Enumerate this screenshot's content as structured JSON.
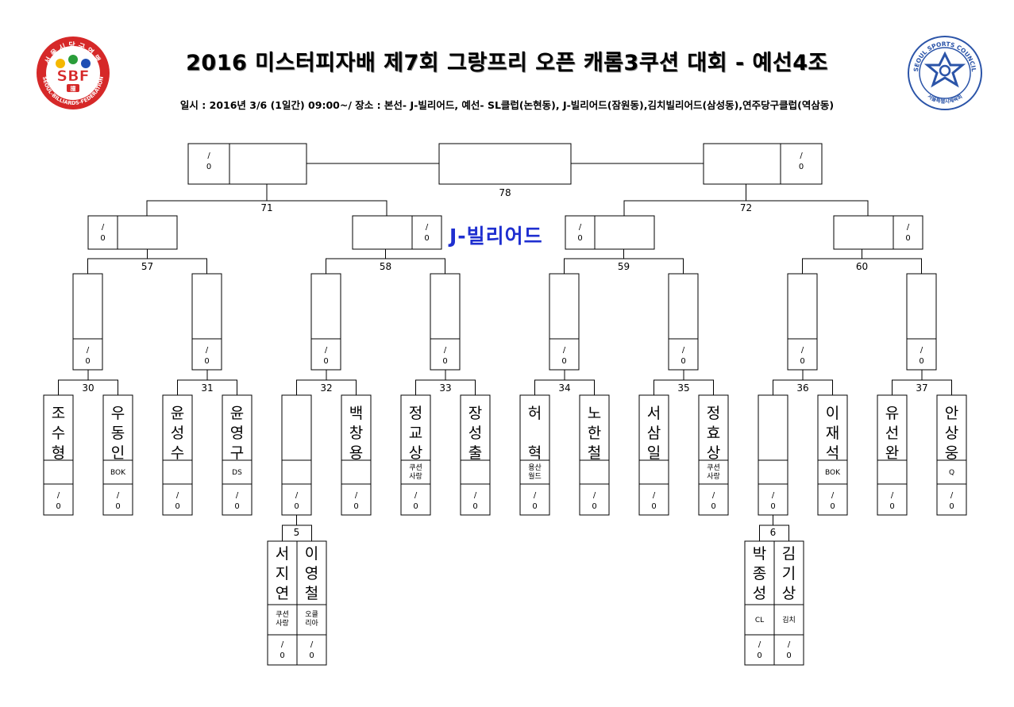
{
  "title": "2016 미스터피자배 제7회 그랑프리 오픈 캐롬3쿠션 대회 - 예선4조",
  "subtitle": "일시 : 2016년 3/6 (1일간) 09:00~/ 장소 : 본선- J-빌리어드, 예선- SL클럽(논현동), J-빌리어드(잠원동),김치빌리어드(삼성동),연주당구클럽(역삼동)",
  "venue": "J-빌리어드",
  "score_placeholder": "/\n0",
  "logos": {
    "left": {
      "ring_text": "서울시당구연맹",
      "letters": "SBF",
      "bottom_text": "SEOUL-BILLIARDS-FEDERATION",
      "colors": [
        "#d62828",
        "#f5b800",
        "#2a9d3a",
        "#1f4fb4"
      ]
    },
    "right": {
      "ring_text": "SEOUL SPORTS COUNCIL",
      "bottom_text": "서울특별시체육회",
      "color": "#2b54a8"
    }
  },
  "players": [
    {
      "name": "조수형",
      "club": ""
    },
    {
      "name": "우동인",
      "club": "BOK"
    },
    {
      "name": "윤성수",
      "club": ""
    },
    {
      "name": "윤영구",
      "club": "DS"
    },
    {
      "name": "",
      "club": ""
    },
    {
      "name": "백창용",
      "club": ""
    },
    {
      "name": "정교상",
      "club": "쿠션\n사랑"
    },
    {
      "name": "장성출",
      "club": ""
    },
    {
      "name": "허 혁",
      "club": "용산\n월드"
    },
    {
      "name": "노한철",
      "club": ""
    },
    {
      "name": "서삼일",
      "club": ""
    },
    {
      "name": "정효상",
      "club": "쿠션\n사랑"
    },
    {
      "name": "",
      "club": ""
    },
    {
      "name": "이재석",
      "club": "BOK"
    },
    {
      "name": "유선완",
      "club": ""
    },
    {
      "name": "안상웅",
      "club": "Q"
    }
  ],
  "prelim": [
    {
      "match": "5",
      "players": [
        {
          "name": "서지연",
          "club": "쿠션\n사랑"
        },
        {
          "name": "이영철",
          "club": "오클\n리아"
        }
      ]
    },
    {
      "match": "6",
      "players": [
        {
          "name": "박종성",
          "club": "CL"
        },
        {
          "name": "김기상",
          "club": "김치"
        }
      ]
    }
  ],
  "matches": {
    "r1": [
      "30",
      "31",
      "32",
      "33",
      "34",
      "35",
      "36",
      "37"
    ],
    "r2": [
      "57",
      "58",
      "59",
      "60"
    ],
    "r3": [
      "71",
      "72"
    ],
    "final": "78"
  }
}
